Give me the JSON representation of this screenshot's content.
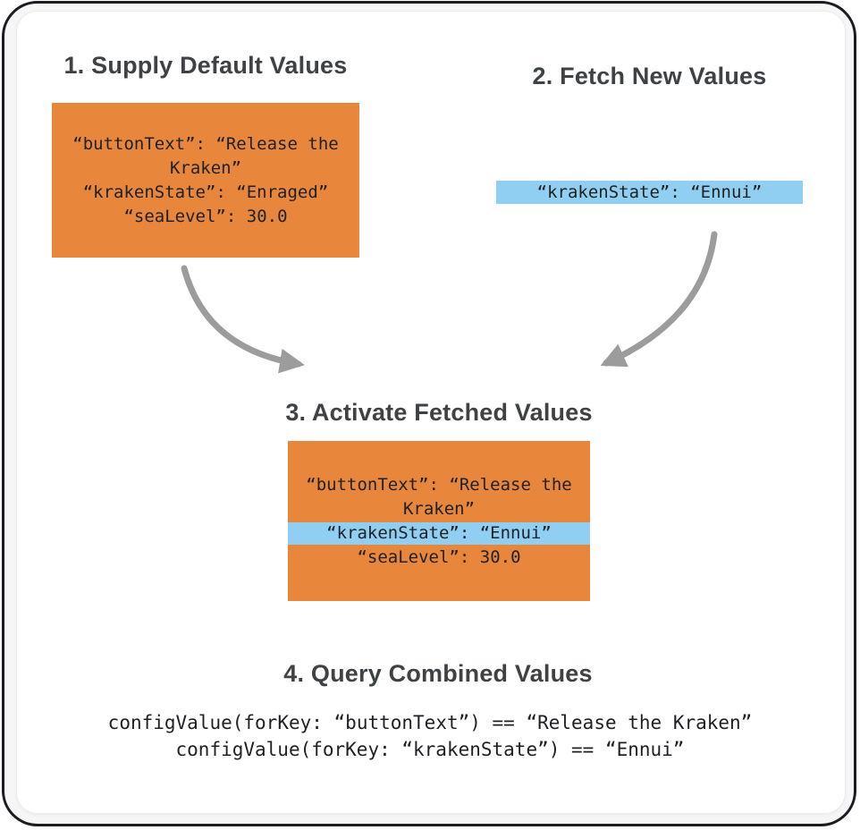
{
  "diagram": {
    "step1": {
      "title": "1. Supply Default Values",
      "box_lines": [
        "“buttonText”: “Release the",
        "Kraken”",
        "“krakenState”: “Enraged”",
        "“seaLevel”: 30.0"
      ]
    },
    "step2": {
      "title": "2. Fetch New Values",
      "fetched_line": "“krakenState”: “Ennui”"
    },
    "step3": {
      "title": "3. Activate Fetched Values",
      "box_lines_top": [
        "“buttonText”: “Release the",
        "Kraken”"
      ],
      "highlighted_line": "“krakenState”: “Ennui”",
      "box_lines_bottom": [
        "“seaLevel”: 30.0"
      ]
    },
    "step4": {
      "title": "4. Query Combined Values",
      "query_lines": [
        "configValue(forKey: “buttonText”) == “Release the Kraken”",
        "configValue(forKey: “krakenState”) == “Ennui”"
      ]
    },
    "colors": {
      "default_values_box": "#E8873C",
      "fetched_highlight": "#90CFF1",
      "arrow": "#9C9C9C",
      "heading_text": "#3F4245",
      "code_text": "#1F2023",
      "frame_border": "#1B1B22"
    },
    "icons": {
      "left_arrow": "curved-arrow-down-right-icon",
      "right_arrow": "curved-arrow-down-left-icon"
    }
  }
}
